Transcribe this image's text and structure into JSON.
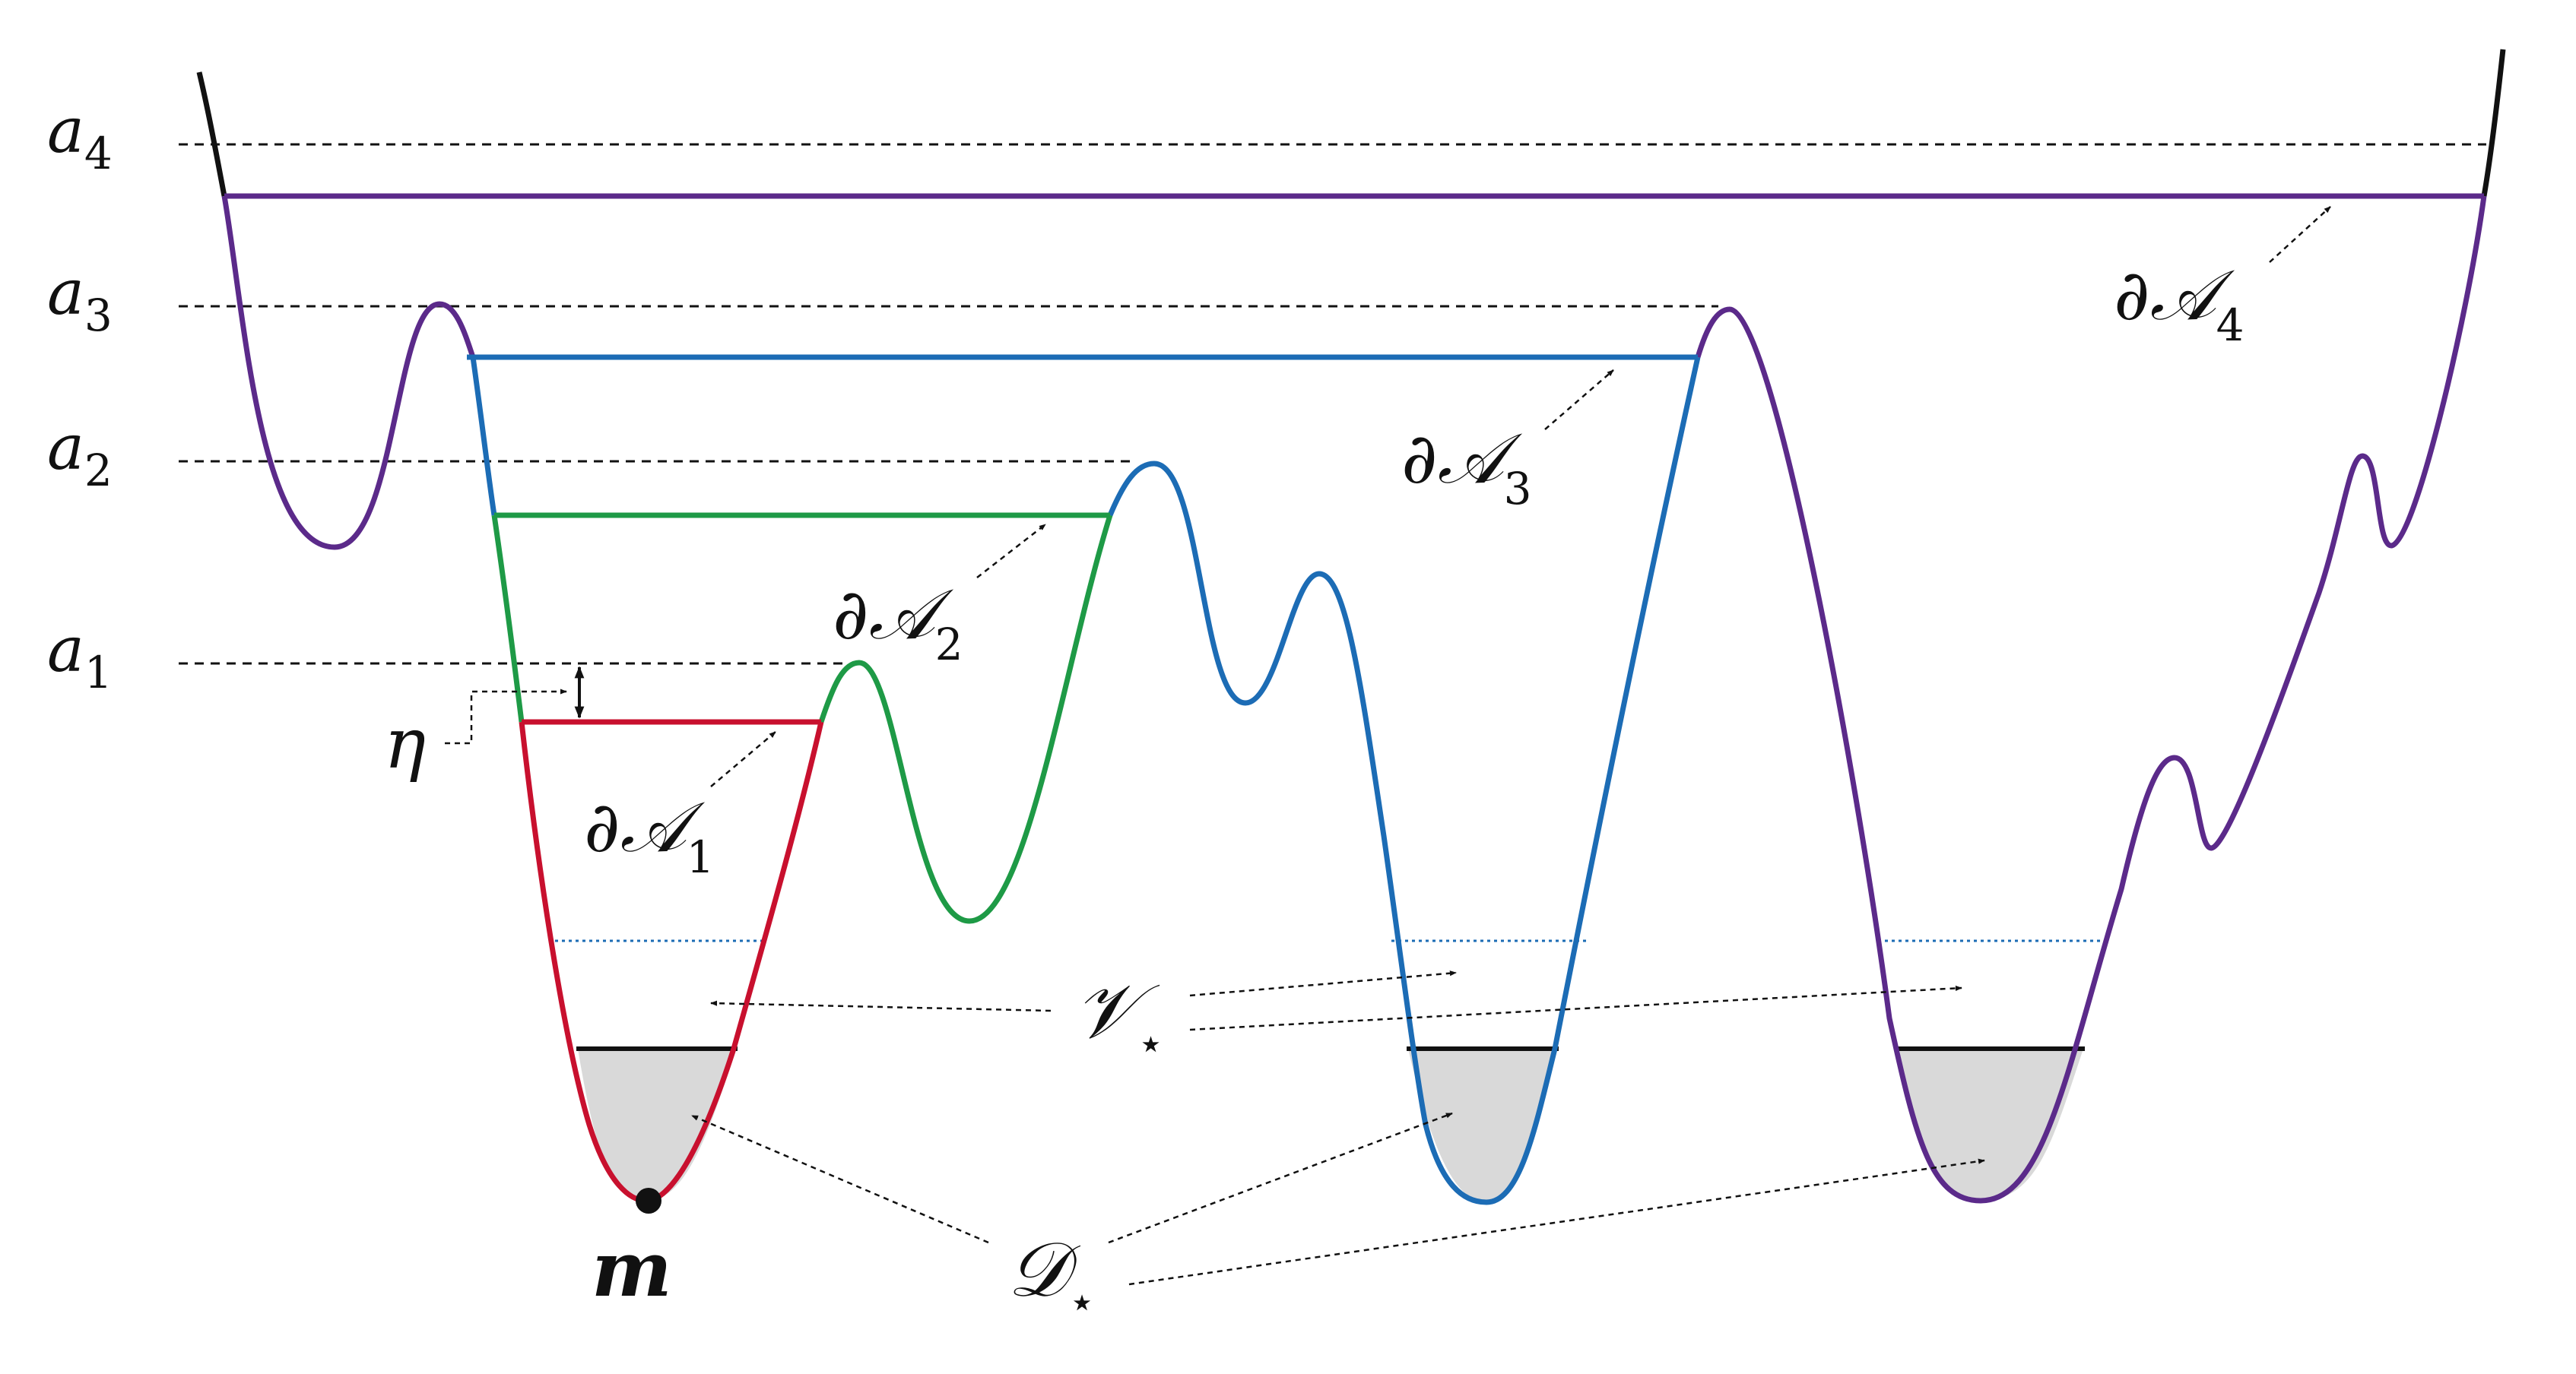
{
  "levels": [
    {
      "id": "a1",
      "name": "a",
      "sub": "1"
    },
    {
      "id": "a2",
      "name": "a",
      "sub": "2"
    },
    {
      "id": "a3",
      "name": "a",
      "sub": "3"
    },
    {
      "id": "a4",
      "name": "a",
      "sub": "4"
    }
  ],
  "boundaries": [
    {
      "id": "A1",
      "prefix": "∂𝒜",
      "sub": "1"
    },
    {
      "id": "A2",
      "prefix": "∂𝒜",
      "sub": "2"
    },
    {
      "id": "A3",
      "prefix": "∂𝒜",
      "sub": "3"
    },
    {
      "id": "A4",
      "prefix": "∂𝒜",
      "sub": "4"
    }
  ],
  "labels": {
    "eta": "η",
    "minimum": "m",
    "valley": {
      "name": "𝒱",
      "sub": "⋆"
    },
    "deep": {
      "name": "𝒟",
      "sub": "⋆"
    }
  },
  "colors": {
    "A1": "#c8102e",
    "A2": "#1e9a46",
    "A3": "#1c6cb5",
    "A4": "#5b2a8a",
    "wall": "#111111",
    "deep_fill": "#d9d9d9"
  }
}
